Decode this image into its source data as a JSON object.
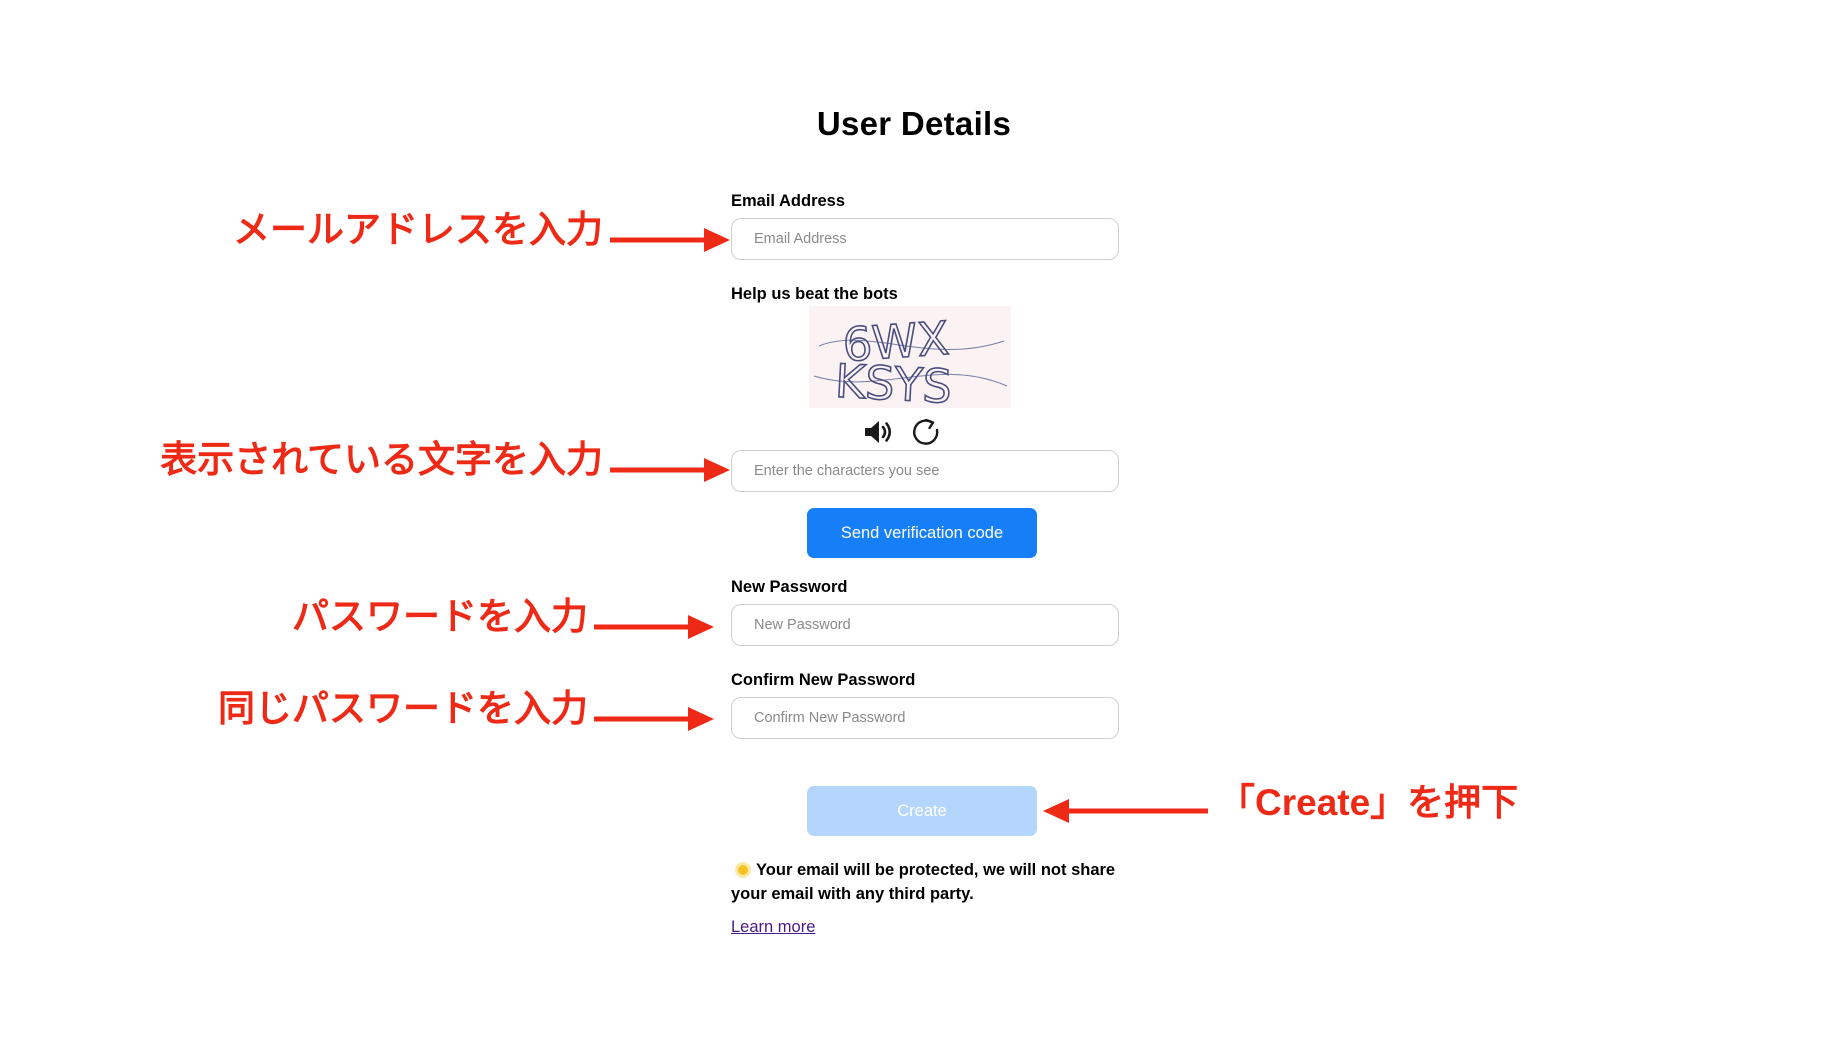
{
  "page": {
    "title": "User Details"
  },
  "form": {
    "email_label": "Email Address",
    "email_placeholder": "Email Address",
    "captcha_label": "Help us beat the bots",
    "captcha_text_line1": "6WX",
    "captcha_text_line2": "KSYS",
    "captcha_placeholder": "Enter the characters you see",
    "send_code_button": "Send verification code",
    "new_password_label": "New Password",
    "new_password_placeholder": "New Password",
    "confirm_password_label": "Confirm New Password",
    "confirm_password_placeholder": "Confirm New Password",
    "create_button": "Create",
    "privacy_notice": "Your email will be protected, we will not share your email with any third party.",
    "learn_more": "Learn more"
  },
  "annotations": {
    "email": "メールアドレスを入力",
    "captcha": "表示されている文字を入力",
    "password": "パスワードを入力",
    "confirm": "同じパスワードを入力",
    "create": "「Create」を押下"
  },
  "icons": {
    "audio": "speaker-icon",
    "refresh": "refresh-icon",
    "notice": "info-dot-icon"
  },
  "colors": {
    "primary": "#167ff7",
    "primary_disabled": "#b4d6fc",
    "annotation": "#ee2a17",
    "link": "#4a1a86",
    "notice_dot": "#f6c320"
  }
}
